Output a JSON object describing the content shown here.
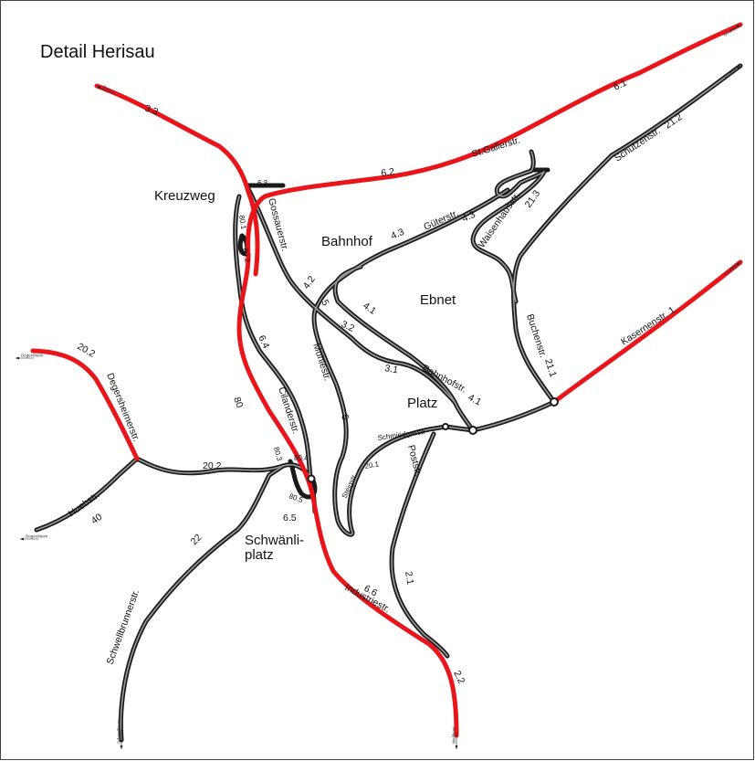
{
  "title": "Detail Herisau",
  "places": {
    "kreuzweg": "Kreuzweg",
    "bahnhof": "Bahnhof",
    "ebnet": "Ebnet",
    "platz": "Platz",
    "schwaenli_1": "Schwänli-",
    "schwaenli_2": "platz"
  },
  "streets": {
    "st_gallerstr": "St.Gallerstr.",
    "guterstr": "Güterstr.",
    "gossauerstr": "Gossauerstr.",
    "muehlestr": "Mühlestr.",
    "cilanderstr": "Cilanderstr.",
    "degersheimerstr": "Degersheimerstr.",
    "huebstr": "Huebstr.",
    "schwellbrunnerstr": "Schwellbrunnerstr.",
    "industriestr": "Industriestr.",
    "poststr": "Poststr.",
    "schmiedgasse": "Schmiedgasse",
    "steigstr": "Steigstr.",
    "bahnhofstr": "Bahnhofstr.",
    "waisenhausstr": "Waisenhausstr.",
    "schuetzenstr": "Schützenstr.",
    "buchenstr": "Buchenstr.",
    "kasernenstr": "Kasernenstr."
  },
  "segments": {
    "s6_1": "6.1",
    "s6_2": "6.2",
    "s6_3": "6.3",
    "s3_3": "3.3",
    "s4_3a": "4.3",
    "s4_3b": "4.3",
    "s21_3": "21.3",
    "s21_2": "21.2",
    "s4_2": "4.2",
    "s5a": "5",
    "s4_1a": "4.1",
    "s3_2": "3.2",
    "s3_1": "3.1",
    "s4_1b": "4.1",
    "s21_1": "21.1",
    "s1": "1",
    "s6_4": "6.4",
    "s80": "80",
    "s5b": "5",
    "s20_2a": "20.2",
    "s20_2b": "20.2",
    "s40": "40",
    "s22": "22",
    "s20_1": "20.1",
    "s6_5": "6.5",
    "s6_6": "6.6",
    "s2_1": "2.1",
    "s2_2": "2.2",
    "s80_1": "80.1",
    "s80_2": "80.2",
    "s80_3": "80.3",
    "s80_4": "80.4",
    "s80_5": "80.5"
  },
  "arrows": {
    "gossau": "Gossau",
    "wil": "Winkeln",
    "waldstatt": "Waldstatt",
    "degersheim_1": "Degersheim",
    "degersheim_2": "Degersheim",
    "schwellbrunn": "Schwellbrunn",
    "urnaesch": "Urnäsch",
    "stein": "Stein"
  },
  "colors": {
    "main_road": "#e8161b",
    "road": "#1a1a1a",
    "road_inner": "#9a9a9a"
  }
}
